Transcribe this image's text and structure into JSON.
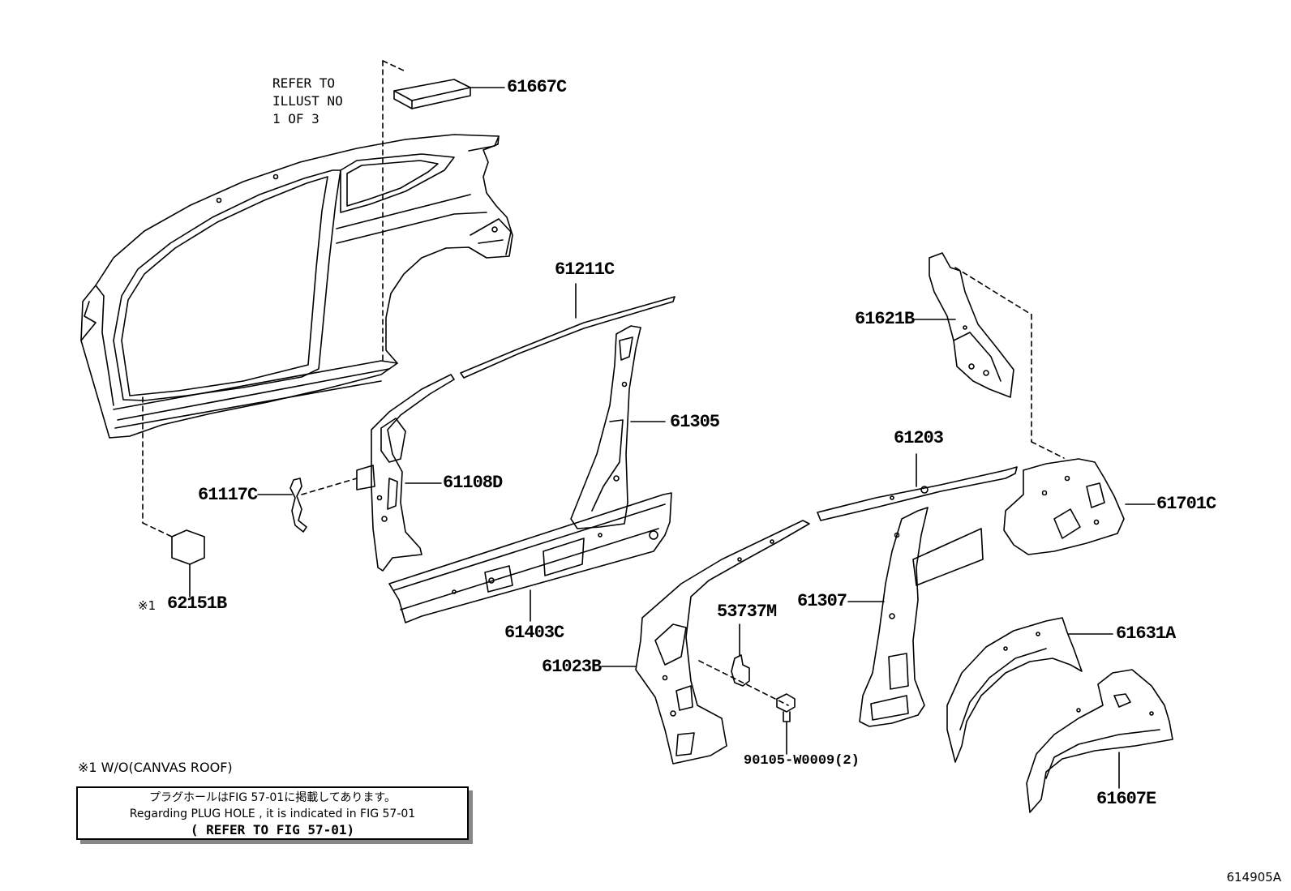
{
  "refer_note": "REFER TO\nILLUST NO\n1 OF 3",
  "parts": {
    "p61667C": "61667C",
    "p61211C": "61211C",
    "p61621B": "61621B",
    "p61305": "61305",
    "p61203": "61203",
    "p61117C": "61117C",
    "p61108D": "61108D",
    "p61701C": "61701C",
    "p62151B": "62151B",
    "p62151B_mark": "※1",
    "p61403C": "61403C",
    "p61307": "61307",
    "p53737M": "53737M",
    "p61631A": "61631A",
    "p61023B": "61023B",
    "p90105": "90105-W0009(2)",
    "p61607E": "61607E"
  },
  "footnote": "※1 W/O(CANVAS ROOF)",
  "notebox": {
    "line1": "プラグホールはFIG 57-01に掲載してあります。",
    "line2": "Regarding PLUG HOLE , it is indicated in FIG 57-01",
    "line3": "( REFER TO FIG 57-01)"
  },
  "figure_number": "614905A"
}
